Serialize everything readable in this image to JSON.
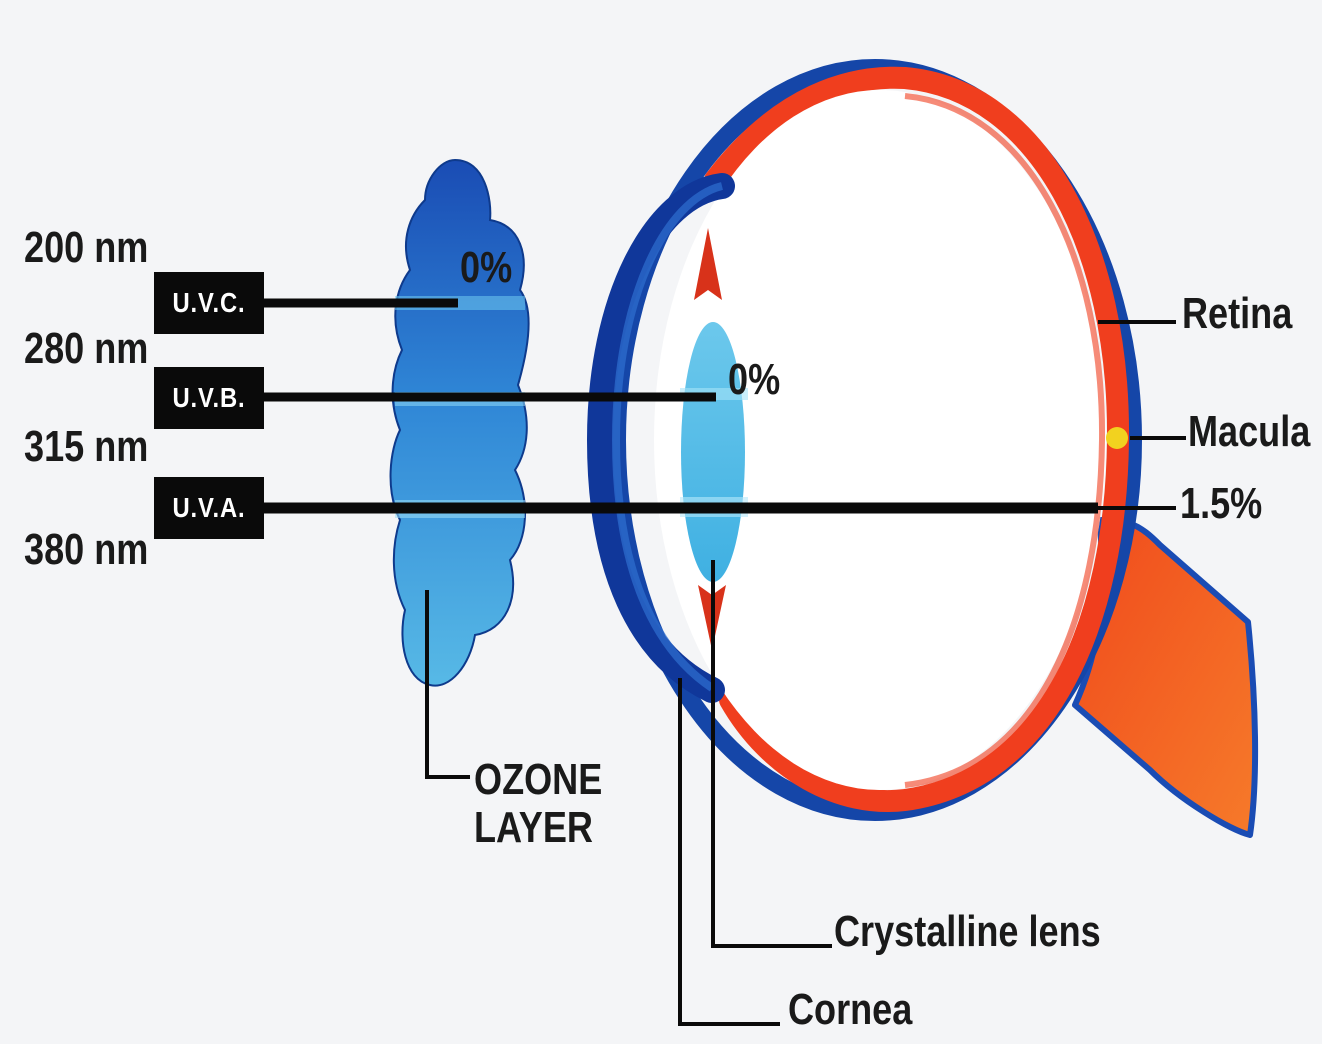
{
  "wavelengths": [
    "200 nm",
    "280 nm",
    "315 nm",
    "380 nm"
  ],
  "uv_bands": [
    "U.V.C.",
    "U.V.B.",
    "U.V.A."
  ],
  "ozone_label": [
    "OZONE",
    "LAYER"
  ],
  "percentages": {
    "ozone": "0%",
    "lens": "0%",
    "retina": "1.5%"
  },
  "eye_labels": {
    "retina": "Retina",
    "macula": "Macula",
    "crystalline_lens": "Crystalline lens",
    "cornea": "Cornea"
  },
  "colors": {
    "cloud_dark": "#1550b8",
    "cloud_light": "#4fb0e0",
    "lens": "#52bde8",
    "eye_outline": "#0f3f9a",
    "retina": "#f04020",
    "optic_nerve": "#f0501e",
    "macula": "#f2d21f",
    "arrow": "#d8321a",
    "line": "#0a0a0a"
  }
}
